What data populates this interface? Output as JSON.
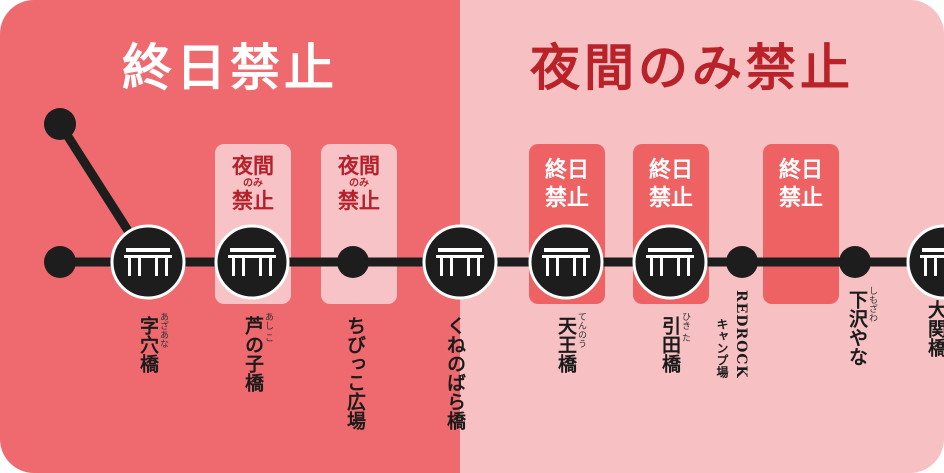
{
  "colors": {
    "all_day_bg": "#ee6a6f",
    "night_bg": "#f7c0c3",
    "all_day_badge": "#ef6264",
    "night_badge": "#f8c3c6",
    "line": "#1d1d1d",
    "title_right": "#b82228"
  },
  "sections": {
    "all_day_title": "終日禁止",
    "night_title": "夜間のみ禁止"
  },
  "badges": [
    {
      "type": "night",
      "line1": "夜間",
      "line2": "のみ",
      "line3": "禁止"
    },
    {
      "type": "night",
      "line1": "夜間",
      "line2": "のみ",
      "line3": "禁止"
    },
    {
      "type": "all",
      "line1": "終日",
      "line2": "",
      "line3": "禁止"
    },
    {
      "type": "all",
      "line1": "終日",
      "line2": "",
      "line3": "禁止"
    },
    {
      "type": "all",
      "line1": "終日",
      "line2": "",
      "line3": "禁止"
    }
  ],
  "stations": [
    {
      "name": "字穴橋",
      "ruby": "あざあな",
      "kind": "bridge"
    },
    {
      "name": "芦の子橋",
      "ruby": "あし こ",
      "kind": "bridge"
    },
    {
      "name": "ちびっこ広場",
      "ruby": "",
      "kind": "dot"
    },
    {
      "name": "くねのばら橋",
      "ruby": "",
      "kind": "bridge"
    },
    {
      "name": "天王橋",
      "ruby": "てんのう",
      "kind": "bridge"
    },
    {
      "name": "引田橋",
      "ruby": "ひき た",
      "kind": "bridge"
    },
    {
      "name": "REDROCK",
      "sub": "キャンプ場",
      "ruby": "",
      "kind": "dot"
    },
    {
      "name": "下沢やな",
      "ruby": "しもざわ",
      "kind": "dot"
    },
    {
      "name": "大関橋",
      "ruby": "",
      "kind": "bridge"
    }
  ]
}
